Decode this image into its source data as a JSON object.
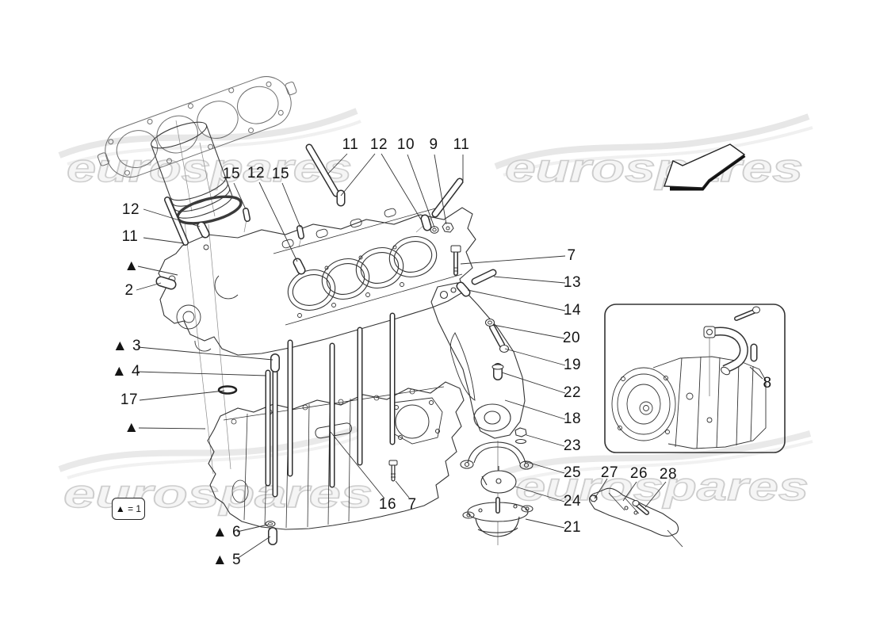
{
  "watermark": {
    "text": "eurospares"
  },
  "legend": {
    "label": "▲ = 1"
  },
  "callouts": [
    {
      "label": "11"
    },
    {
      "label": "12"
    },
    {
      "label": "10"
    },
    {
      "label": "9"
    },
    {
      "label": "11"
    },
    {
      "label": "15"
    },
    {
      "label": "12"
    },
    {
      "label": "15"
    },
    {
      "label": "12"
    },
    {
      "label": "11"
    },
    {
      "label": "▲"
    },
    {
      "label": "2"
    },
    {
      "label": "▲ 3"
    },
    {
      "label": "▲ 4"
    },
    {
      "label": "17"
    },
    {
      "label": "▲"
    },
    {
      "label": "▲ 6"
    },
    {
      "label": "▲ 5"
    },
    {
      "label": "16"
    },
    {
      "label": "7"
    },
    {
      "label": "7"
    },
    {
      "label": "13"
    },
    {
      "label": "14"
    },
    {
      "label": "20"
    },
    {
      "label": "19"
    },
    {
      "label": "22"
    },
    {
      "label": "18"
    },
    {
      "label": "23"
    },
    {
      "label": "25"
    },
    {
      "label": "24"
    },
    {
      "label": "21"
    },
    {
      "label": "27"
    },
    {
      "label": "26"
    },
    {
      "label": "28"
    },
    {
      "label": "8"
    }
  ]
}
